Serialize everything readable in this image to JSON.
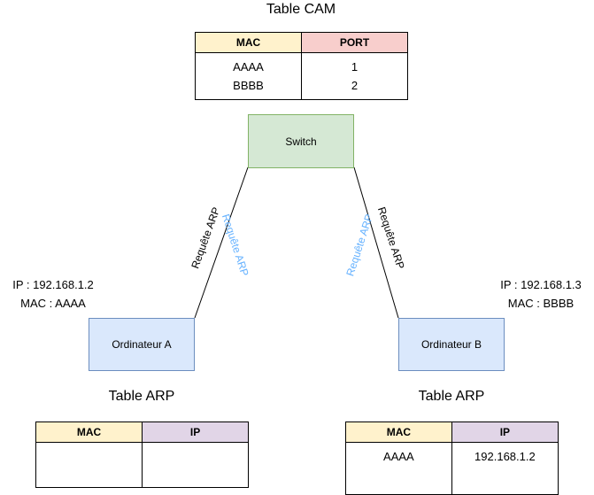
{
  "cam": {
    "title": "Table CAM",
    "col_mac": "MAC",
    "col_port": "PORT",
    "rows": [
      {
        "mac": "AAAA",
        "port": "1"
      },
      {
        "mac": "BBBB",
        "port": "2"
      }
    ]
  },
  "switch": {
    "label": "Switch"
  },
  "computer_a": {
    "label": "Ordinateur A",
    "ip": "IP : 192.168.1.2",
    "mac": "MAC : AAAA"
  },
  "computer_b": {
    "label": "Ordinateur B",
    "ip": "IP : 192.168.1.3",
    "mac": "MAC : BBBB"
  },
  "arp_a": {
    "title": "Table ARP",
    "col_mac": "MAC",
    "col_ip": "IP",
    "rows": [
      {
        "mac": "",
        "ip": ""
      }
    ]
  },
  "arp_b": {
    "title": "Table ARP",
    "col_mac": "MAC",
    "col_ip": "IP",
    "rows": [
      {
        "mac": "AAAA",
        "ip": "192.168.1.2"
      }
    ]
  },
  "links": {
    "left_request": "Requête ARP",
    "left_request_blue": "Requête ARP",
    "right_request": "Requête ARP",
    "right_request_blue": "Requête ARP"
  },
  "colors": {
    "mac_header": "#fff2cc",
    "port_header": "#f8cecc",
    "ip_header": "#e1d5e7",
    "switch_fill": "#d5e8d4",
    "switch_border": "#82b366",
    "computer_fill": "#dae8fc",
    "computer_border": "#6c8ebf",
    "blue_text": "#66b2ff"
  }
}
